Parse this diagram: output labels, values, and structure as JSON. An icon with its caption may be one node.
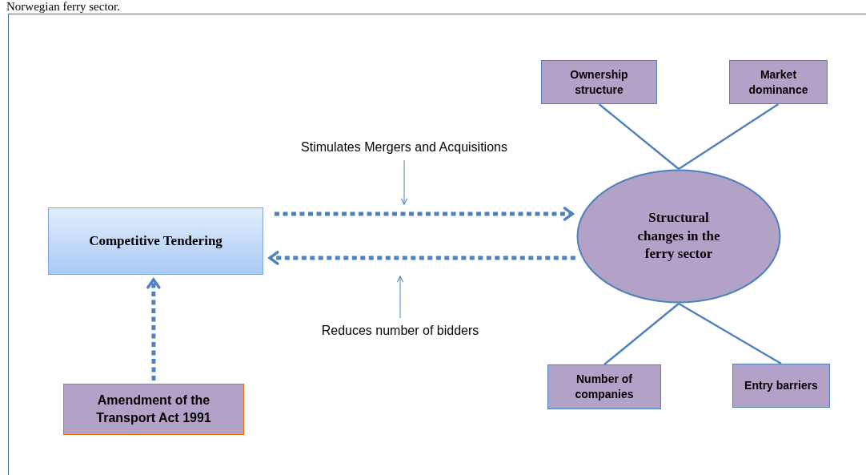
{
  "diagram": {
    "caption": "Norwegian ferry sector.",
    "nodes": [
      {
        "text": [
          "Competitive Tendering"
        ]
      },
      {
        "text": [
          "Amendment of the Transport Act 1991"
        ]
      },
      {
        "text": [
          "Structural changes in the ferry sector"
        ]
      },
      {
        "text": [
          "Ownership structure"
        ]
      },
      {
        "text": [
          "Market dominance"
        ]
      },
      {
        "text": [
          "Number of companies"
        ]
      },
      {
        "text": [
          "Entry barriers"
        ]
      },
      {
        "text": [
          "Stimulates  Mergers and Acquisitions"
        ]
      },
      {
        "text": [
          "Reduces number of bidders"
        ]
      }
    ],
    "edges": [
      {
        "from": 0,
        "to": 2,
        "arrow": "to",
        "style": "dashed"
      },
      {
        "from": 2,
        "to": 0,
        "arrow": "to",
        "style": "dashed"
      },
      {
        "from": 1,
        "to": 0,
        "arrow": "to",
        "style": "dashed"
      },
      {
        "from": 2,
        "to": 3,
        "arrow": "none"
      },
      {
        "from": 2,
        "to": 4,
        "arrow": "none"
      },
      {
        "from": 2,
        "to": 5,
        "arrow": "none"
      },
      {
        "from": 2,
        "to": 6,
        "arrow": "none"
      },
      {
        "from": 7,
        "to": null,
        "arrow": "to"
      },
      {
        "from": 8,
        "to": null,
        "arrow": "to"
      }
    ]
  }
}
